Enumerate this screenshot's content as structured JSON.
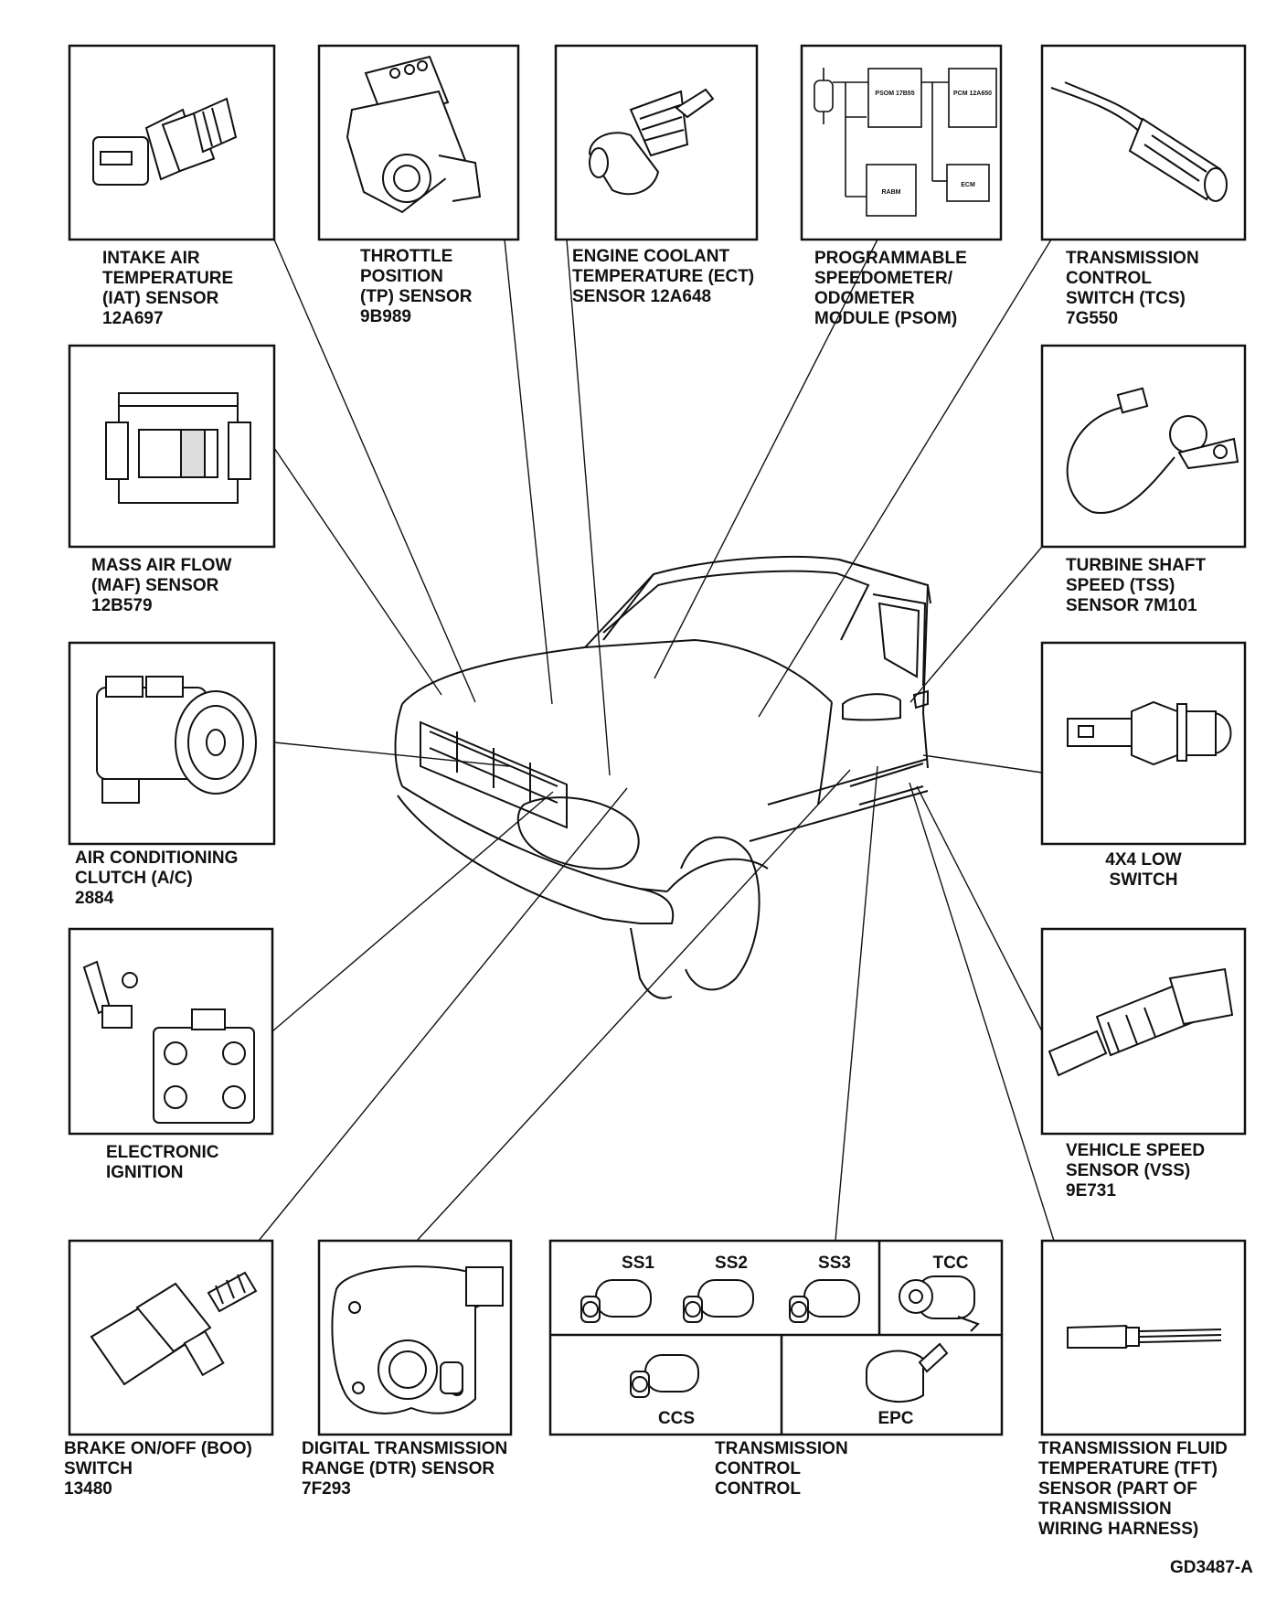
{
  "figure_id": "GD3487-A",
  "components": {
    "iat": {
      "lines": [
        "INTAKE AIR",
        "TEMPERATURE",
        "(IAT) SENSOR",
        "12A697"
      ]
    },
    "tp": {
      "lines": [
        "THROTTLE",
        "POSITION",
        "(TP) SENSOR",
        "9B989"
      ]
    },
    "ect": {
      "lines": [
        "ENGINE COOLANT",
        "TEMPERATURE (ECT)",
        "SENSOR 12A648"
      ]
    },
    "psom": {
      "lines": [
        "PROGRAMMABLE",
        "SPEEDOMETER/",
        "ODOMETER",
        "MODULE (PSOM)"
      ],
      "blocks": [
        "PSOM 17B55",
        "PCM 12A650",
        "RABM",
        "ECM"
      ]
    },
    "tcs": {
      "lines": [
        "TRANSMISSION",
        "CONTROL",
        "SWITCH (TCS)",
        "7G550"
      ]
    },
    "maf": {
      "lines": [
        "MASS AIR FLOW",
        "(MAF) SENSOR",
        "12B579"
      ]
    },
    "tss": {
      "lines": [
        "TURBINE SHAFT",
        "SPEED (TSS)",
        "SENSOR 7M101"
      ]
    },
    "ac": {
      "lines": [
        "AIR CONDITIONING",
        "CLUTCH (A/C)",
        "2884"
      ]
    },
    "low4x4": {
      "lines": [
        "4X4 LOW",
        "SWITCH"
      ]
    },
    "ignition": {
      "lines": [
        "ELECTRONIC",
        "IGNITION"
      ]
    },
    "vss": {
      "lines": [
        "VEHICLE SPEED",
        "SENSOR (VSS)",
        "9E731"
      ]
    },
    "boo": {
      "lines": [
        "BRAKE ON/OFF (BOO)",
        "SWITCH",
        "13480"
      ]
    },
    "dtr": {
      "lines": [
        "DIGITAL TRANSMISSION",
        "RANGE (DTR) SENSOR",
        "7F293"
      ]
    },
    "solenoids": {
      "lines": [
        "TRANSMISSION",
        "CONTROL",
        "CONTROL"
      ],
      "parts": [
        "SS1",
        "SS2",
        "SS3",
        "TCC",
        "CCS",
        "EPC"
      ]
    },
    "tft": {
      "lines": [
        "TRANSMISSION FLUID",
        "TEMPERATURE (TFT)",
        "SENSOR (PART OF",
        "TRANSMISSION",
        "WIRING HARNESS)"
      ]
    }
  }
}
